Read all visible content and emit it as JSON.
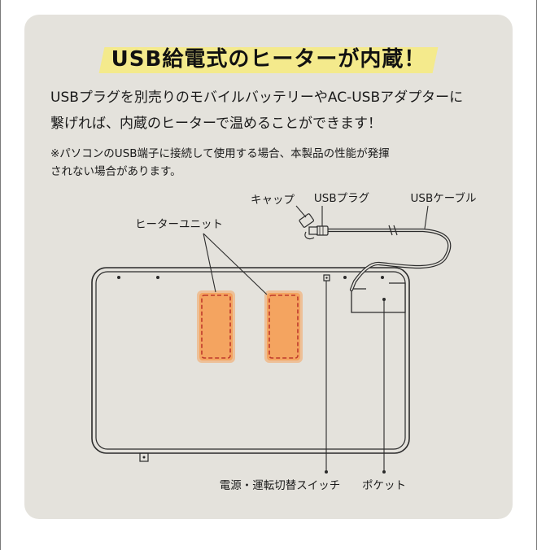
{
  "title": "USB給電式のヒーターが内蔵！",
  "description": {
    "line1": "USBプラグを別売りのモバイルバッテリーやAC-USBアダプターに",
    "line2": "繋げれば、内蔵のヒーターで温めることができます！"
  },
  "note": {
    "line1": "※パソコンのUSB端子に接続して使用する場合、本製品の性能が発揮",
    "line2": "されない場合があります。"
  },
  "labels": {
    "cap": "キャップ",
    "usb_plug": "USBプラグ",
    "usb_cable": "USBケーブル",
    "heater_unit": "ヒーターユニット",
    "power_switch": "電源・運転切替スイッチ",
    "pocket": "ポケット"
  },
  "colors": {
    "card_background": "#e4e2dc",
    "title_highlight": "#f4ea8c",
    "heater_fill": "#f4a460",
    "heater_dash": "#c0392b"
  }
}
